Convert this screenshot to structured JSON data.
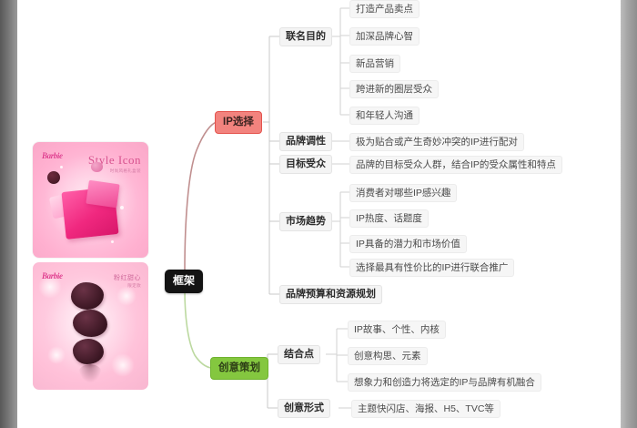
{
  "page": {
    "background_color": "#ffffff",
    "gutter_color": "#8c8c8c"
  },
  "images": [
    {
      "name": "barbie-style-icon-gift-box",
      "brand_text": "Barbie",
      "headline": "Style Icon",
      "subhead": "时尚风格礼盒装",
      "dominant_color": "#ffb0d0"
    },
    {
      "name": "barbie-pink-chocolate-product",
      "brand_text": "Barbie",
      "headline": "粉红甜心",
      "subhead": "限定款",
      "dominant_color": "#ffc0d8"
    }
  ],
  "mindmap": {
    "root": {
      "label": "框架",
      "color": "#131313"
    },
    "branches": [
      {
        "label": "IP选择",
        "color": "#f2837e",
        "link_color": "#c58a8a",
        "children": [
          {
            "label": "联名目的",
            "children": [
              {
                "label": "打造产品卖点"
              },
              {
                "label": "加深品牌心智"
              },
              {
                "label": "新品营销"
              },
              {
                "label": "跨进新的圈层受众"
              },
              {
                "label": "和年轻人沟通"
              }
            ]
          },
          {
            "label": "品牌调性",
            "children": [
              {
                "label": "极为贴合或产生奇妙冲突的IP进行配对"
              }
            ]
          },
          {
            "label": "目标受众",
            "children": [
              {
                "label": "品牌的目标受众人群，结合IP的受众属性和特点"
              }
            ]
          },
          {
            "label": "市场趋势",
            "children": [
              {
                "label": "消费者对哪些IP感兴趣"
              },
              {
                "label": "IP热度、话题度"
              },
              {
                "label": "IP具备的潜力和市场价值"
              },
              {
                "label": "选择最具有性价比的IP进行联合推广"
              }
            ]
          },
          {
            "label": "品牌预算和资源规划",
            "children": []
          }
        ]
      },
      {
        "label": "创意策划",
        "color": "#84c73f",
        "link_color": "#b9d89a",
        "children": [
          {
            "label": "结合点",
            "children": [
              {
                "label": "IP故事、个性、内核"
              },
              {
                "label": "创意构思、元素"
              },
              {
                "label": "想象力和创造力将选定的IP与品牌有机融合"
              }
            ]
          },
          {
            "label": "创意形式",
            "children": [
              {
                "label": "主题快闪店、海报、H5、TVC等"
              }
            ]
          }
        ]
      }
    ]
  }
}
